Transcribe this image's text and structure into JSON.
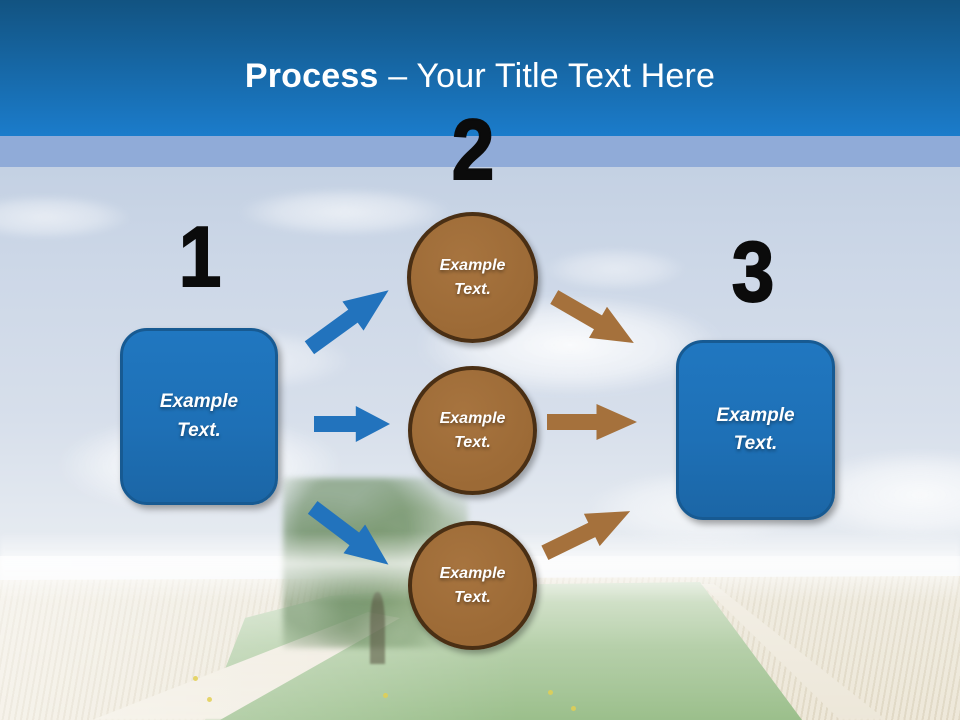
{
  "header": {
    "title_bold": "Process",
    "title_rest": "– Your Title Text Here"
  },
  "diagram": {
    "steps": [
      {
        "number": "1"
      },
      {
        "number": "2"
      },
      {
        "number": "3"
      }
    ],
    "start_box": {
      "label": "Example Text."
    },
    "end_box": {
      "label": "Example Text."
    },
    "circles": [
      {
        "label": "Example Text."
      },
      {
        "label": "Example Text."
      },
      {
        "label": "Example Text."
      }
    ]
  },
  "colors": {
    "header_gradient_top": "#125381",
    "header_gradient_bottom": "#1b7ccb",
    "accent_strip": "#90abd8",
    "title_color": "#ffffff",
    "number_color": "#0b0b0b",
    "box_fill": "#1e70b6",
    "box_border": "#175a92",
    "circle_fill": "#9c6a36",
    "circle_border": "#4a2f14",
    "arrow_blue": "#2273bd",
    "arrow_brown": "#a5713c"
  }
}
